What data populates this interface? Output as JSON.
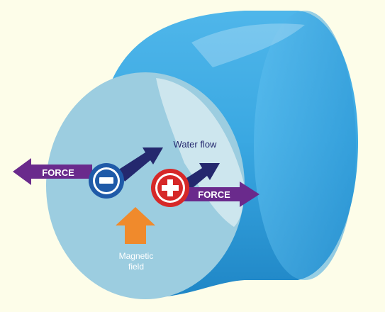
{
  "labels": {
    "force_left": "FORCE",
    "force_right": "FORCE",
    "water_flow": "Water flow",
    "magnetic_field_line1": "Magnetic",
    "magnetic_field_line2": "field"
  },
  "colors": {
    "background": "#fdfde9",
    "pipe_body": "#3aa8e2",
    "pipe_face": "#9ccde0",
    "pipe_face_highlight": "#cde6ee",
    "force_arrow": "#6a2a8c",
    "flow_arrow": "#24286e",
    "magnetic_arrow": "#f08a2c",
    "negative_ion": "#1f5aa8",
    "positive_ion": "#d62828"
  },
  "icons": {
    "negative_ion": "minus-icon",
    "positive_ion": "plus-icon"
  }
}
